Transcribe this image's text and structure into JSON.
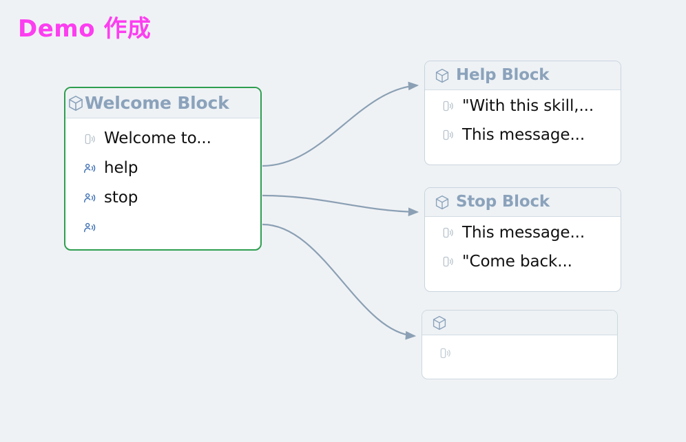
{
  "page": {
    "title": "Demo 作成",
    "title_color": "#fc3ef0",
    "background_color": "#eff2f5"
  },
  "theme": {
    "edge_color": "#8ba0b4",
    "header_text_color": "#8ba2bb",
    "header_bg_color": "#eef2f5",
    "block_border_color": "#c8d4de",
    "selected_border_color": "#2e9e4f",
    "speaker_icon_color": "#b9c4cd",
    "intent_icon_color": "#3d6fb4",
    "cube_icon_color": "#8ba2bb"
  },
  "blocks": {
    "welcome": {
      "title": "Welcome Block",
      "icon": "cube-icon",
      "selected": true,
      "rows": [
        {
          "icon": "speaker-message-icon",
          "label": "Welcome to...",
          "kind": "message"
        },
        {
          "icon": "person-intent-icon",
          "label": "help",
          "kind": "intent"
        },
        {
          "icon": "person-intent-icon",
          "label": "stop",
          "kind": "intent"
        },
        {
          "icon": "person-intent-icon",
          "label": "",
          "kind": "intent"
        }
      ]
    },
    "help": {
      "title": "Help Block",
      "icon": "cube-icon",
      "selected": false,
      "rows": [
        {
          "icon": "speaker-message-icon",
          "label": "\"With this skill,...",
          "kind": "message"
        },
        {
          "icon": "speaker-message-icon",
          "label": "This message...",
          "kind": "message"
        }
      ]
    },
    "stop": {
      "title": "Stop Block",
      "icon": "cube-icon",
      "selected": false,
      "rows": [
        {
          "icon": "speaker-message-icon",
          "label": "This message...",
          "kind": "message"
        },
        {
          "icon": "speaker-message-icon",
          "label": "\"Come back...",
          "kind": "message"
        }
      ]
    },
    "empty": {
      "title": "",
      "icon": "cube-icon",
      "selected": false,
      "rows": [
        {
          "icon": "speaker-message-icon",
          "label": "",
          "kind": "message"
        }
      ]
    }
  },
  "edges": [
    {
      "from": "welcome.help",
      "to": "help",
      "arrow": true
    },
    {
      "from": "welcome.stop",
      "to": "stop",
      "arrow": true
    },
    {
      "from": "welcome.empty",
      "to": "empty",
      "arrow": true
    }
  ]
}
